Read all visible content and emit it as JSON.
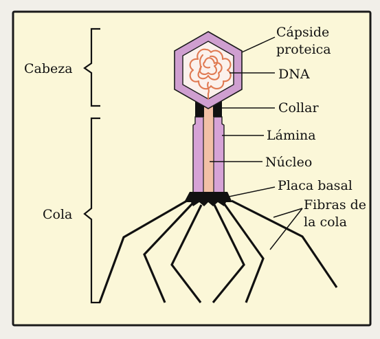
{
  "colors": {
    "outer_background": "#f1efe9",
    "panel_background": "#fbf7d8",
    "panel_border": "#1a1a1a",
    "capsid_fill": "#cf9fd0",
    "capsid_inner": "#fbf1ec",
    "dna_strand": "#e07a52",
    "collar": "#111111",
    "sheath_fill": "#d6a3d6",
    "core_fill": "#f2c0a6",
    "baseplate": "#111111",
    "fibers": "#111111",
    "leader_lines": "#111111"
  },
  "brackets": {
    "head": "Cabeza",
    "tail": "Cola"
  },
  "labels": {
    "capsid_line1": "Cápside",
    "capsid_line2": "proteica",
    "dna": "DNA",
    "collar": "Collar",
    "sheath": "Lámina",
    "core": "Núcleo",
    "baseplate": "Placa basal",
    "fibers_line1": "Fibras de",
    "fibers_line2": "la cola"
  }
}
